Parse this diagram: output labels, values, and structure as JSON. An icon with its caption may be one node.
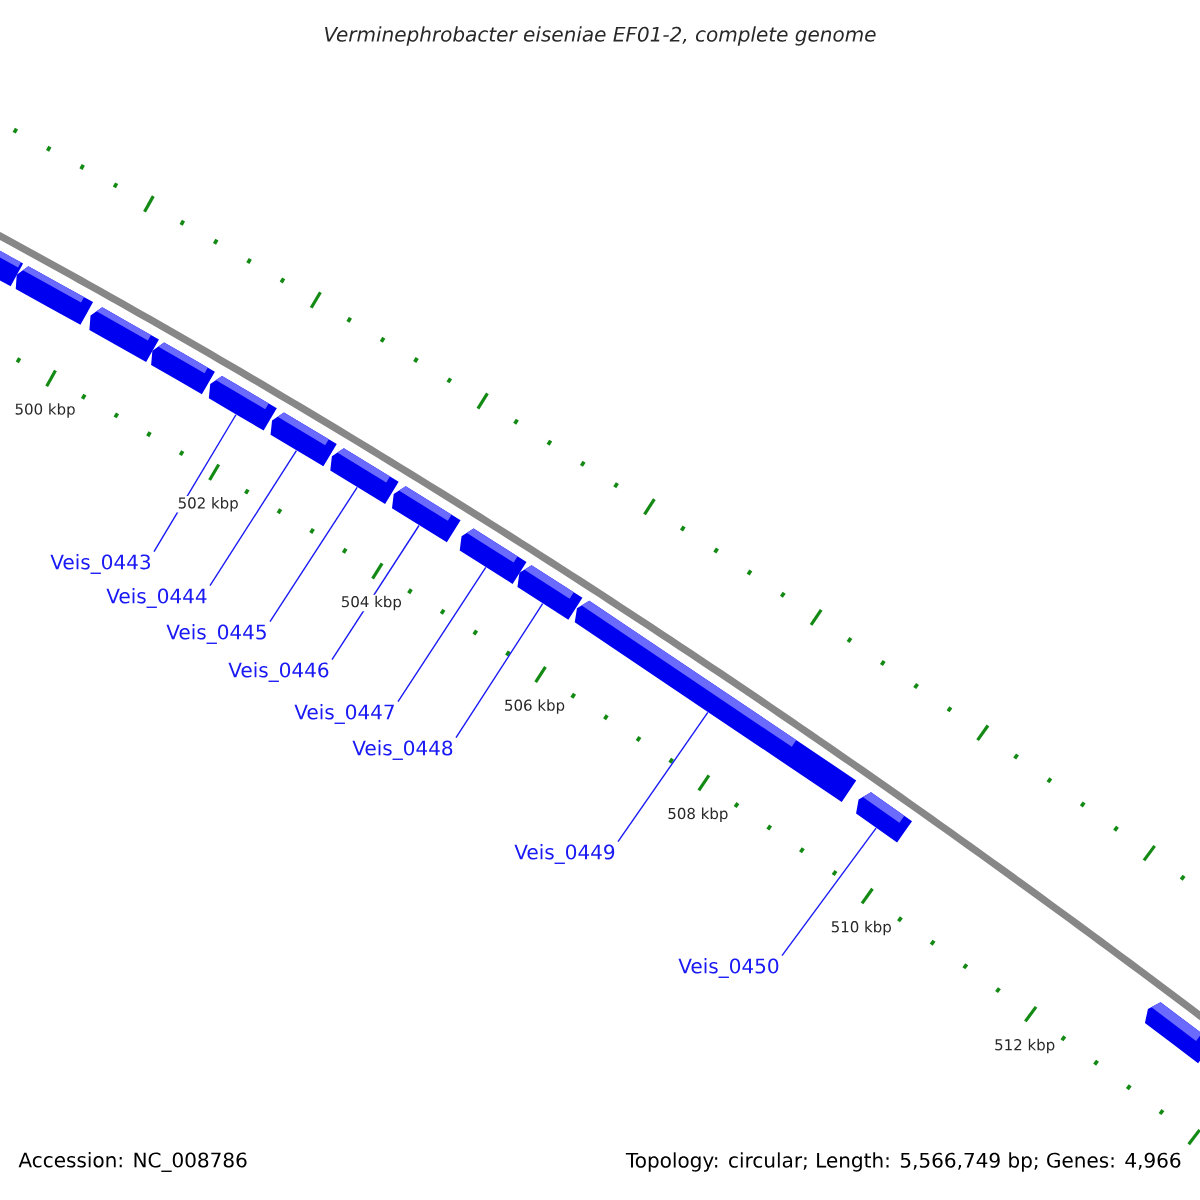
{
  "diagram": {
    "title": "Verminephrobacter eiseniae EF01-2, complete genome",
    "nodes": [
      {
        "text": [],
        "shape": "bar"
      },
      {
        "text": [],
        "shape": "bar"
      },
      {
        "text": [],
        "shape": "bar"
      },
      {
        "text": [],
        "shape": "bar"
      },
      {
        "text": [],
        "shape": "bar"
      },
      {
        "text": [],
        "shape": "bar"
      },
      {
        "text": [],
        "shape": "bar"
      },
      {
        "text": [],
        "shape": "bar"
      },
      {
        "text": [],
        "shape": "bar"
      },
      {
        "text": [],
        "shape": "bar"
      },
      {
        "text": [],
        "shape": "bar"
      },
      {
        "text": [],
        "shape": "bar"
      },
      {
        "text": [],
        "shape": "bar"
      },
      {
        "text": [
          "Veis_0443"
        ]
      },
      {
        "text": [
          "Veis_0444"
        ]
      },
      {
        "text": [
          "Veis_0445"
        ]
      },
      {
        "text": [
          "Veis_0446"
        ]
      },
      {
        "text": [
          "Veis_0447"
        ]
      },
      {
        "text": [
          "Veis_0448"
        ]
      },
      {
        "text": [
          "Veis_0449"
        ]
      },
      {
        "text": [
          "Veis_0450"
        ]
      }
    ],
    "edges": [
      {
        "from": 13,
        "to": 4,
        "arrow": "none"
      },
      {
        "from": 14,
        "to": 5,
        "arrow": "none"
      },
      {
        "from": 15,
        "to": 6,
        "arrow": "none"
      },
      {
        "from": 16,
        "to": 7,
        "arrow": "none"
      },
      {
        "from": 17,
        "to": 8,
        "arrow": "none"
      },
      {
        "from": 18,
        "to": 9,
        "arrow": "none"
      },
      {
        "from": 19,
        "to": 10,
        "arrow": "none"
      },
      {
        "from": 20,
        "to": 11,
        "arrow": "none"
      }
    ],
    "labels": [
      "500 kbp",
      "502 kbp",
      "504 kbp",
      "506 kbp",
      "508 kbp",
      "510 kbp",
      "512 kbp",
      "Accession: NC_008786",
      "Topology: circular; Length: 5,566,749 bp; Genes: 4,966"
    ]
  }
}
